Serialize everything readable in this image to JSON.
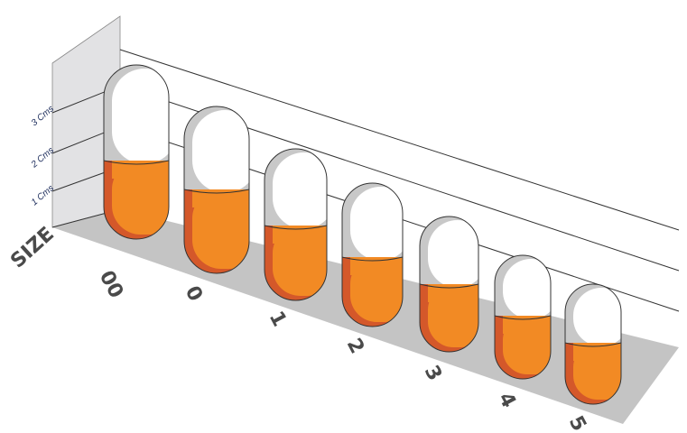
{
  "axis": {
    "title": "SIZE",
    "ticks": [
      "1 Cms",
      "2 Cms",
      "3 Cms"
    ]
  },
  "capsules": [
    {
      "size": "00"
    },
    {
      "size": "0"
    },
    {
      "size": "1"
    },
    {
      "size": "2"
    },
    {
      "size": "3"
    },
    {
      "size": "4"
    },
    {
      "size": "5"
    }
  ],
  "colors": {
    "body": "#f28a24",
    "body_shade": "#d4582a",
    "cap": "#ffffff",
    "cap_shade": "#c8c8c8",
    "floor": "#c4c4c4",
    "wall": "#e2e2e4"
  }
}
